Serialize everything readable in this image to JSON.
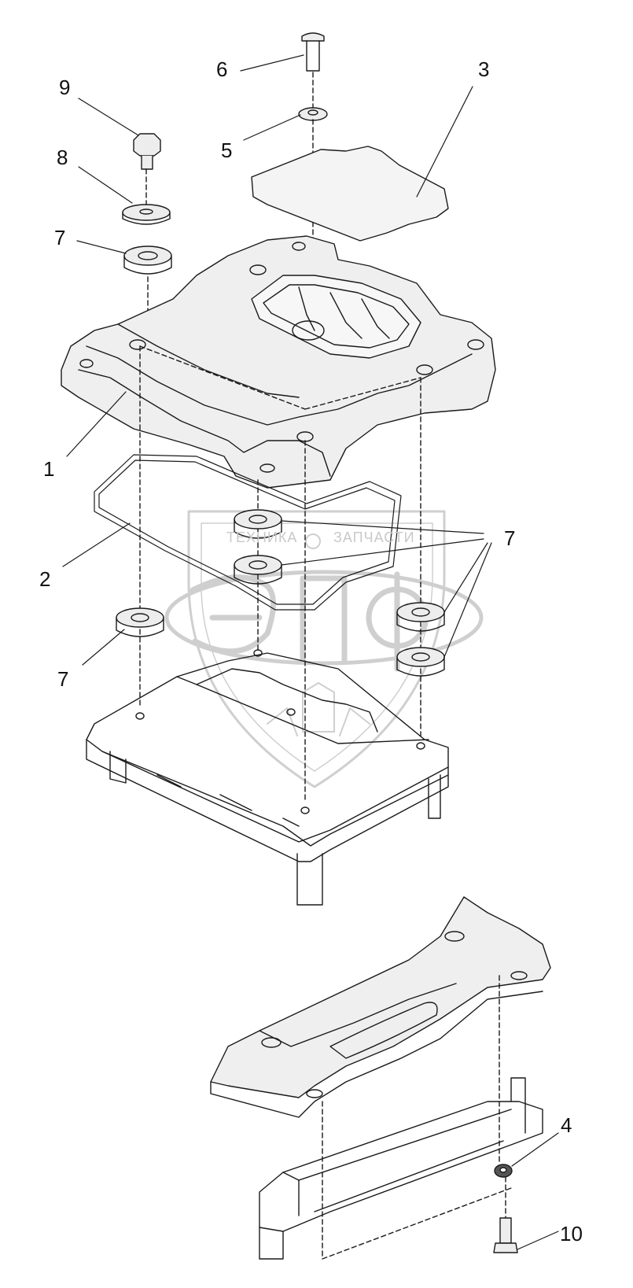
{
  "watermark": {
    "left_text": "ТЕХНИКА",
    "right_text": "ЗАПЧАСТИ",
    "logo_letters": "ЭПФ"
  },
  "callouts": {
    "c1": "1",
    "c2": "2",
    "c3": "3",
    "c4": "4",
    "c5": "5",
    "c6": "6",
    "c7a": "7",
    "c7b": "7",
    "c7c": "7",
    "c8": "8",
    "c9": "9",
    "c10": "10"
  },
  "colors": {
    "line": "#1a1a1a",
    "part_fill": "#ededed",
    "watermark": "#d0d0d0"
  }
}
